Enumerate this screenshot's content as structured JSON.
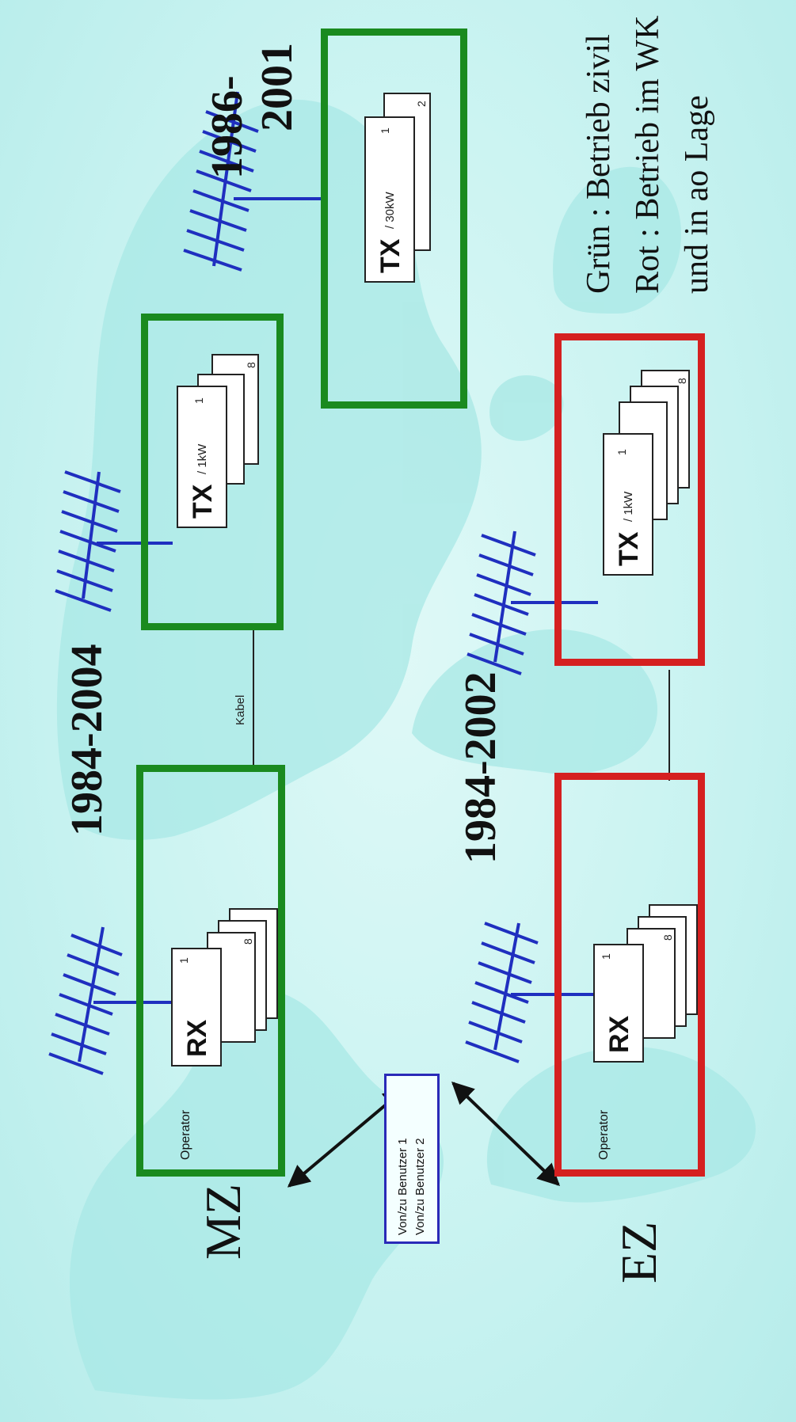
{
  "dates": {
    "mz_left": "1984-2004",
    "mz_right_line1": "1986-",
    "mz_right_line2": "2001",
    "ez": "1984-2002"
  },
  "regions": {
    "mz": "MZ",
    "ez": "EZ"
  },
  "rx_units": {
    "mz": {
      "label": "RX",
      "first": "1",
      "last": "8",
      "operator": "Operator"
    },
    "ez": {
      "label": "RX",
      "first": "1",
      "last": "8",
      "operator": "Operator"
    }
  },
  "tx_units": {
    "mz_1kw": {
      "label": "TX",
      "power": "/ 1kW",
      "first": "1",
      "last": "8"
    },
    "mz_30kw": {
      "label": "TX",
      "power": "/ 30kW",
      "first": "1",
      "last": "2"
    },
    "ez_1kw": {
      "label": "TX",
      "power": "/ 1kW",
      "first": "1",
      "last": "8"
    }
  },
  "cable_label": "Kabel",
  "users": {
    "line1": "Von/zu Benutzer 1",
    "line2": "Von/zu Benutzer 2"
  },
  "legend": {
    "line1": "Grün : Betrieb zivil",
    "line2": "Rot : Betrieb im WK",
    "line3": "und in ao Lage"
  },
  "colors": {
    "green_box": "#1a8a1f",
    "red_box": "#d52020",
    "antenna": "#1f2fbf",
    "map": "#9fe3e0"
  }
}
